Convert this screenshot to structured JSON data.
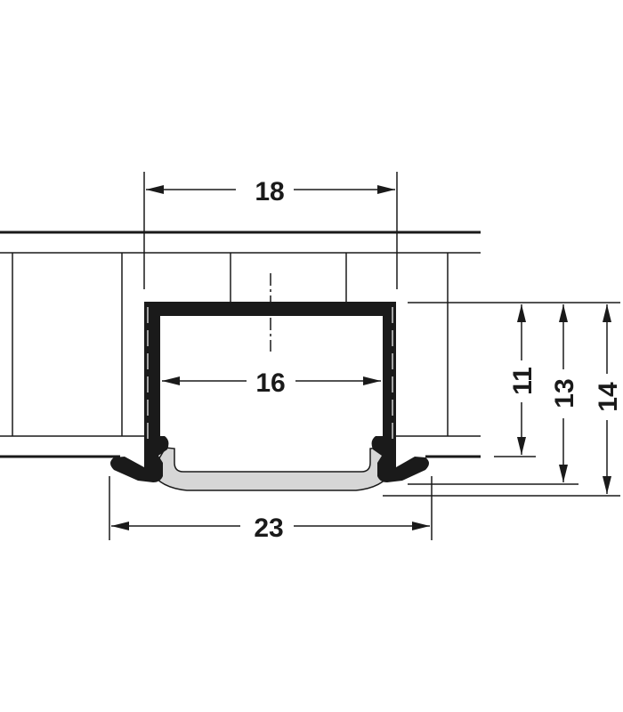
{
  "diagram": {
    "type": "technical-cross-section",
    "subject": "recessed aluminium LED profile with diffuser cover, installed in panel",
    "units": "mm",
    "colors": {
      "line": "#1a1a1a",
      "profile": "#1a1a1a",
      "diffuser": "#d6d6d6",
      "background": "#ffffff"
    },
    "dimensions": {
      "top_width": "18",
      "inner_width": "16",
      "flange_width": "23",
      "height_11": "11",
      "height_13": "13",
      "height_14": "14"
    }
  }
}
